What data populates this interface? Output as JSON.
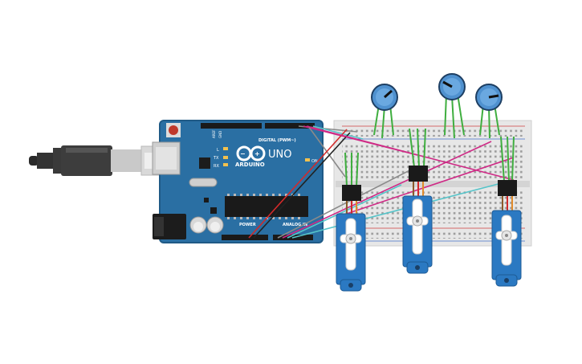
{
  "board": {
    "brand": "ARDUINO",
    "model": "UNO",
    "digital_label": "DIGITAL (PWM~)",
    "analog_label": "ANALOG IN",
    "power_label": "POWER",
    "on_label": "ON",
    "led_l": "L",
    "led_tx": "TX",
    "led_rx": "RX",
    "aref_label": "AREF",
    "gnd_label": "GND"
  },
  "colors": {
    "board": "#2a6fa3",
    "board_dark": "#1f5a86",
    "breadboard": "#e7e7e7",
    "wire_red": "#d22a2a",
    "wire_black": "#222222",
    "wire_gray": "#8a8a8a",
    "wire_magenta": "#cf2a86",
    "wire_cyan": "#56c4c9",
    "wire_green": "#3fae3f",
    "servo": "#2b79c2",
    "pot": "#4f91cf"
  },
  "components": {
    "potentiometers": 3,
    "servos": 3
  }
}
